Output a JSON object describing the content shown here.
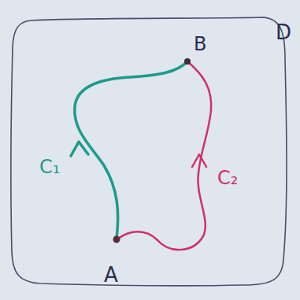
{
  "diagram": {
    "labels": [
      "D",
      "B",
      "A",
      "C₁",
      "C₂"
    ]
  }
}
